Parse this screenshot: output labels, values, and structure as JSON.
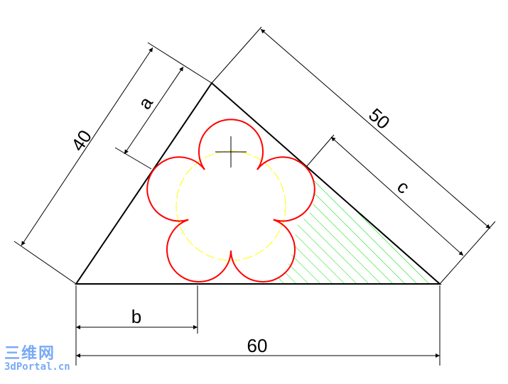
{
  "dimensions": {
    "side_left": "40",
    "side_right": "50",
    "base": "60",
    "a": "a",
    "b": "b",
    "c": "c"
  },
  "watermark": {
    "line1": "三维网",
    "line2": "3dPortal.cn"
  },
  "colors": {
    "outline": "#000000",
    "flower": "#ff0000",
    "construction_circle": "#ffff00",
    "hatch_primary": "#00e000",
    "hatch_secondary": "#b0b0b0",
    "watermark": "#7aaaf5"
  }
}
